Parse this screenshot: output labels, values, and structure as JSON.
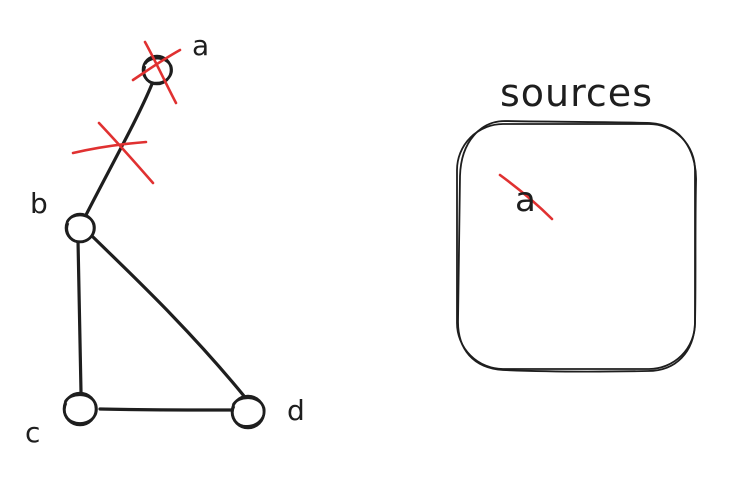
{
  "graph": {
    "nodes": [
      {
        "id": "a",
        "label": "a",
        "removed": true
      },
      {
        "id": "b",
        "label": "b",
        "removed": false
      },
      {
        "id": "c",
        "label": "c",
        "removed": false
      },
      {
        "id": "d",
        "label": "d",
        "removed": false
      }
    ],
    "edges": [
      {
        "from": "a",
        "to": "b",
        "removed": true
      },
      {
        "from": "b",
        "to": "c",
        "removed": false
      },
      {
        "from": "b",
        "to": "d",
        "removed": false
      },
      {
        "from": "c",
        "to": "d",
        "removed": false
      }
    ]
  },
  "sources": {
    "title": "sources",
    "items": [
      {
        "label": "a",
        "removed": true
      }
    ]
  },
  "colors": {
    "ink": "#1e1e1e",
    "strike": "#e03131"
  }
}
